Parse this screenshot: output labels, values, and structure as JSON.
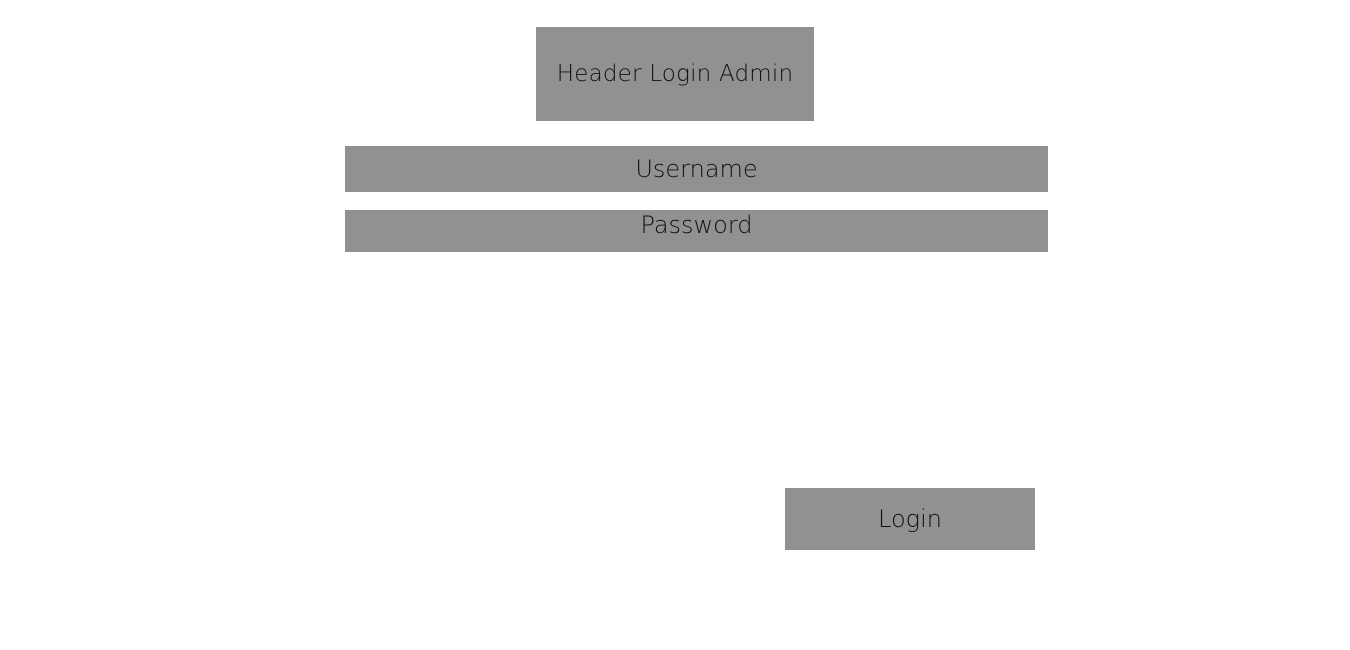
{
  "header": {
    "title": "Header Login Admin"
  },
  "form": {
    "username_placeholder": "Username",
    "password_placeholder": "Password",
    "login_label": "Login"
  },
  "colors": {
    "box_fill": "#919191",
    "text": "#111111",
    "background": "#ffffff"
  }
}
